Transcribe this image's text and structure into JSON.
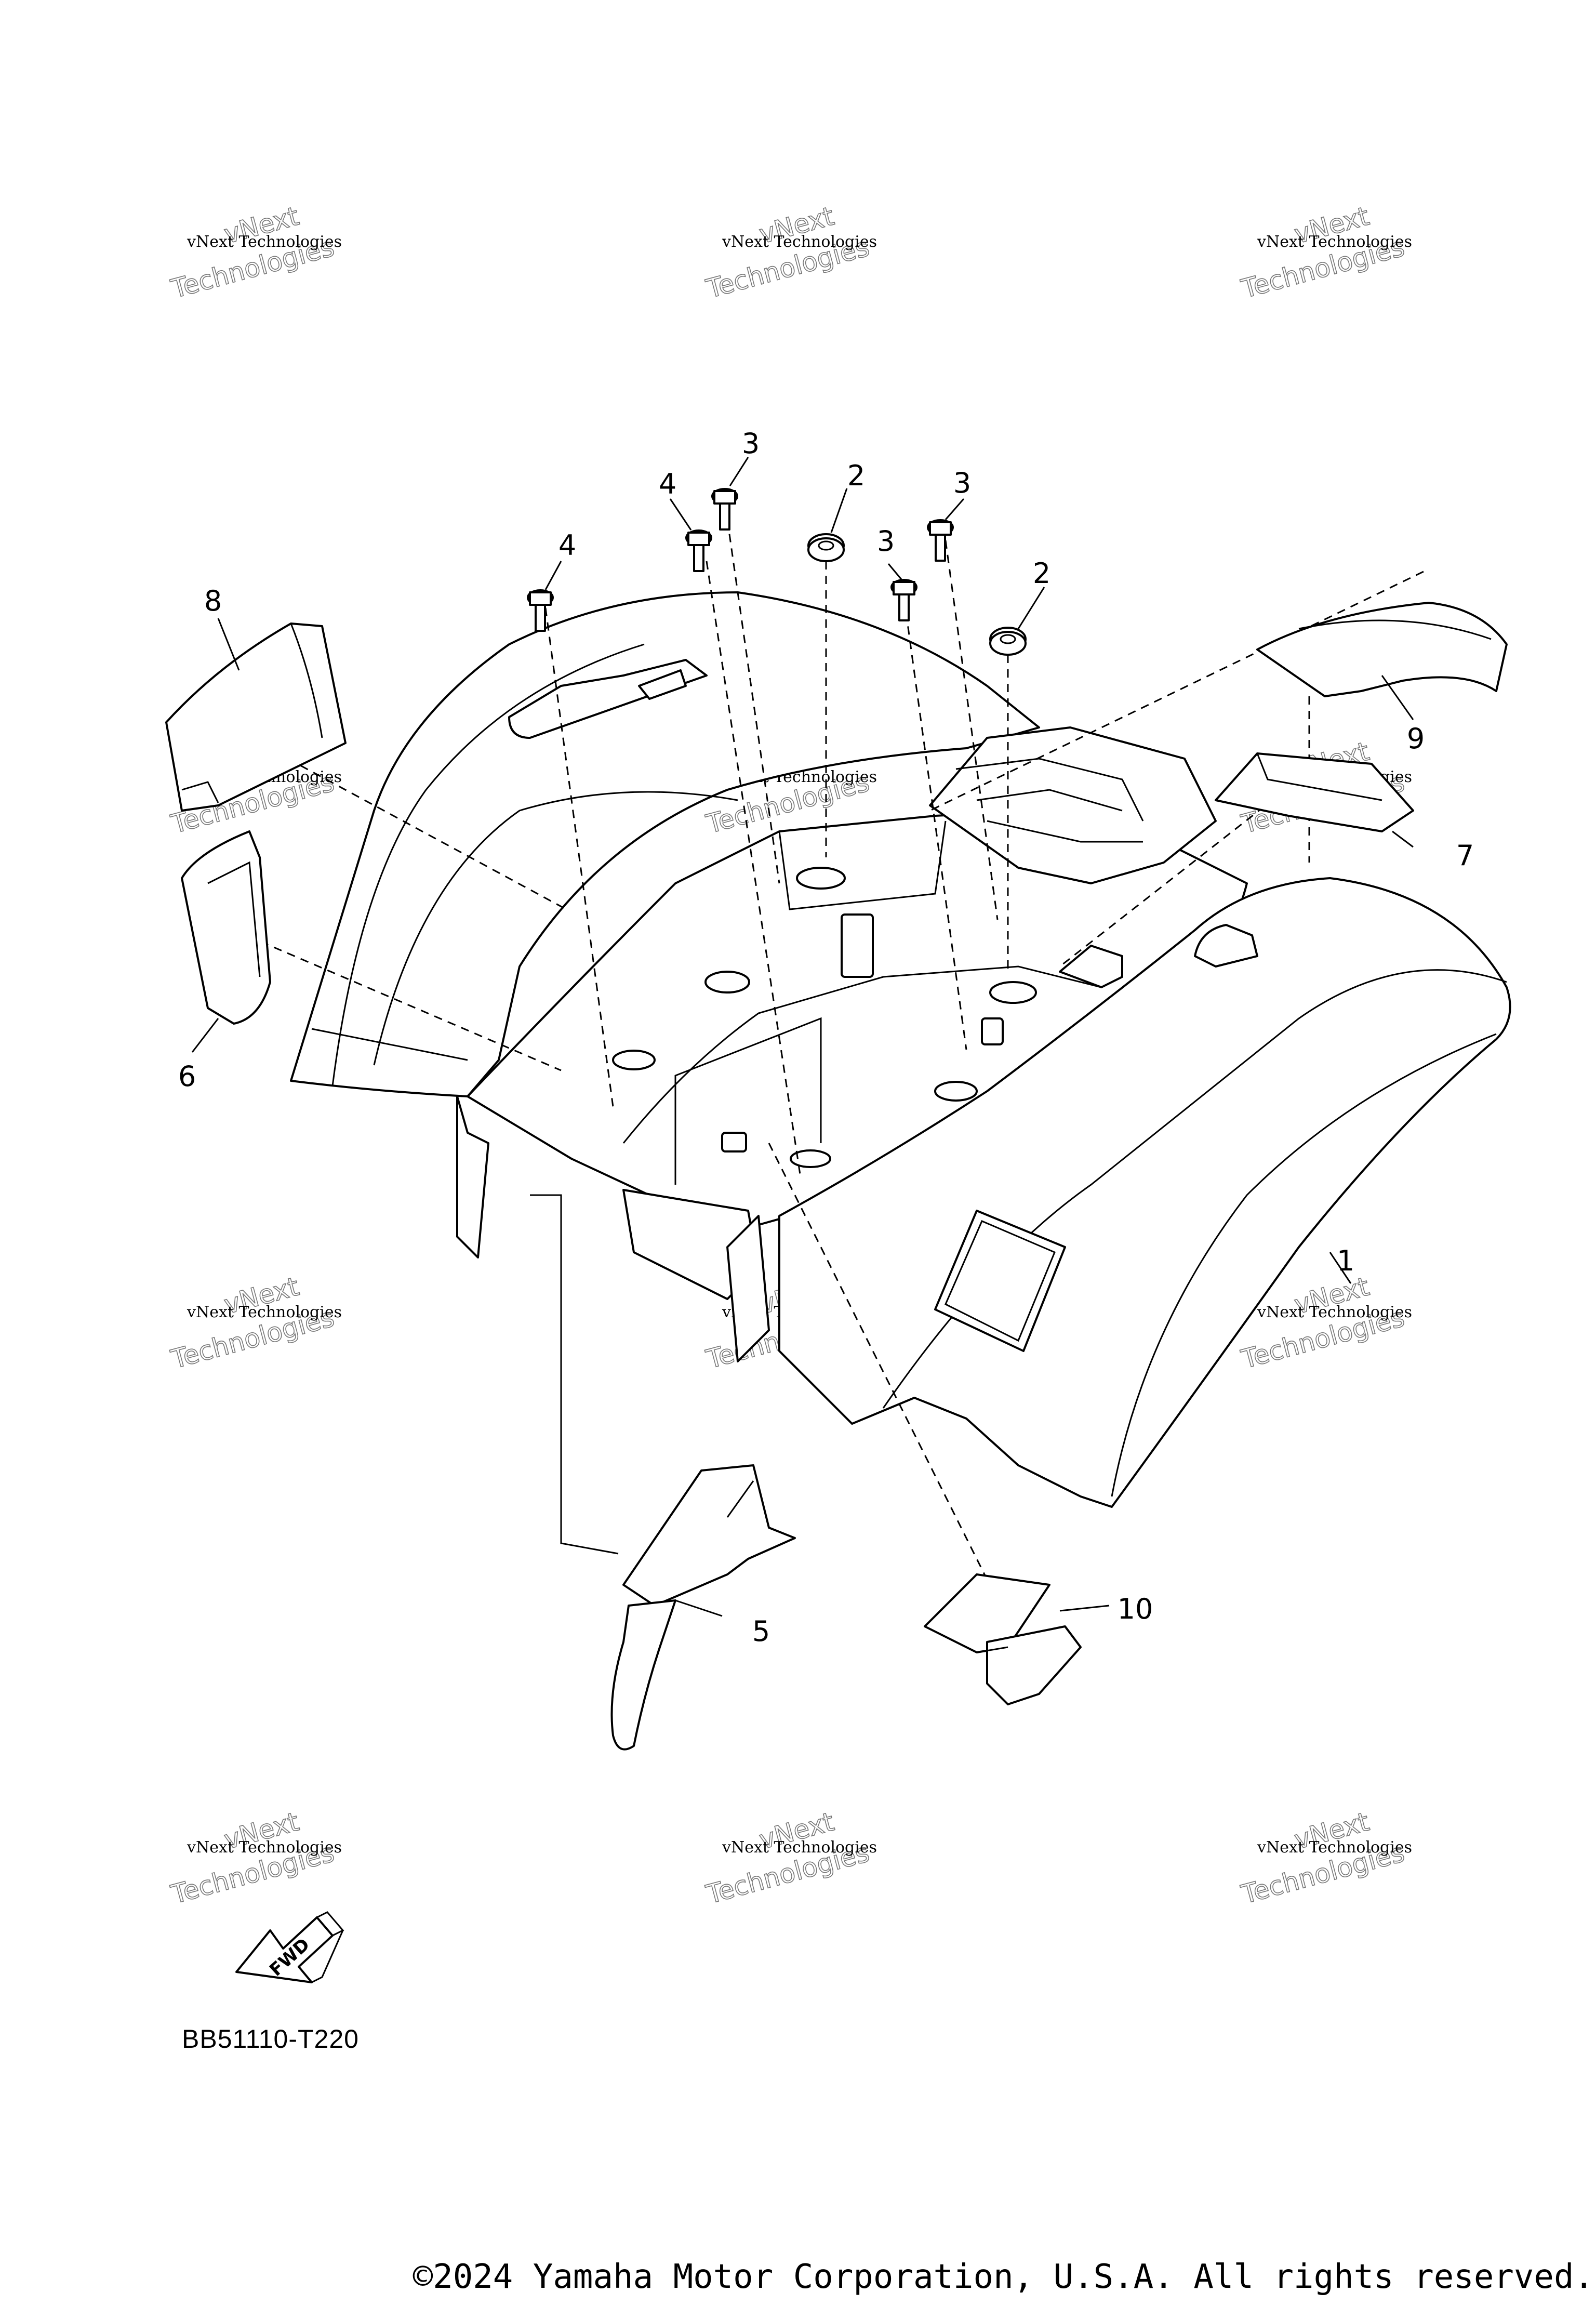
{
  "diagram_code": "BB51110-T220",
  "copyright": "©2024 Yamaha Motor Corporation, U.S.A. All rights reserved.",
  "direction_label": "FWD",
  "watermark": {
    "line1": "vNext Technologies",
    "line2": "vNext",
    "line3": "Technologies"
  },
  "callouts": [
    {
      "id": "c1",
      "label": "1"
    },
    {
      "id": "c2a",
      "label": "2"
    },
    {
      "id": "c2b",
      "label": "2"
    },
    {
      "id": "c3a",
      "label": "3"
    },
    {
      "id": "c3b",
      "label": "3"
    },
    {
      "id": "c3c",
      "label": "3"
    },
    {
      "id": "c4a",
      "label": "4"
    },
    {
      "id": "c4b",
      "label": "4"
    },
    {
      "id": "c5",
      "label": "5"
    },
    {
      "id": "c6",
      "label": "6"
    },
    {
      "id": "c7",
      "label": "7"
    },
    {
      "id": "c8",
      "label": "8"
    },
    {
      "id": "c9",
      "label": "9"
    },
    {
      "id": "c10",
      "label": "10"
    }
  ]
}
